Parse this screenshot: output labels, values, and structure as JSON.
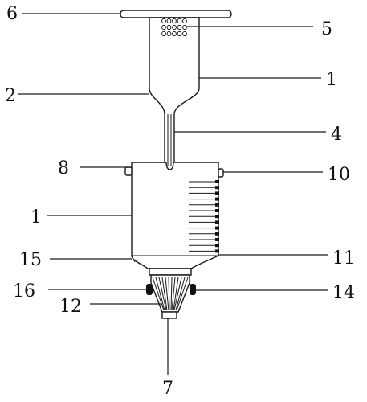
{
  "diagram": {
    "labels": {
      "l1_top": "1",
      "l1_body": "1",
      "l2": "2",
      "l4": "4",
      "l5": "5",
      "l6": "6",
      "l7": "7",
      "l8": "8",
      "l10": "10",
      "l11": "11",
      "l12": "12",
      "l14": "14",
      "l15": "15",
      "l16": "16"
    },
    "colors": {
      "line": "#1a1a1a",
      "background": "#ffffff"
    }
  }
}
